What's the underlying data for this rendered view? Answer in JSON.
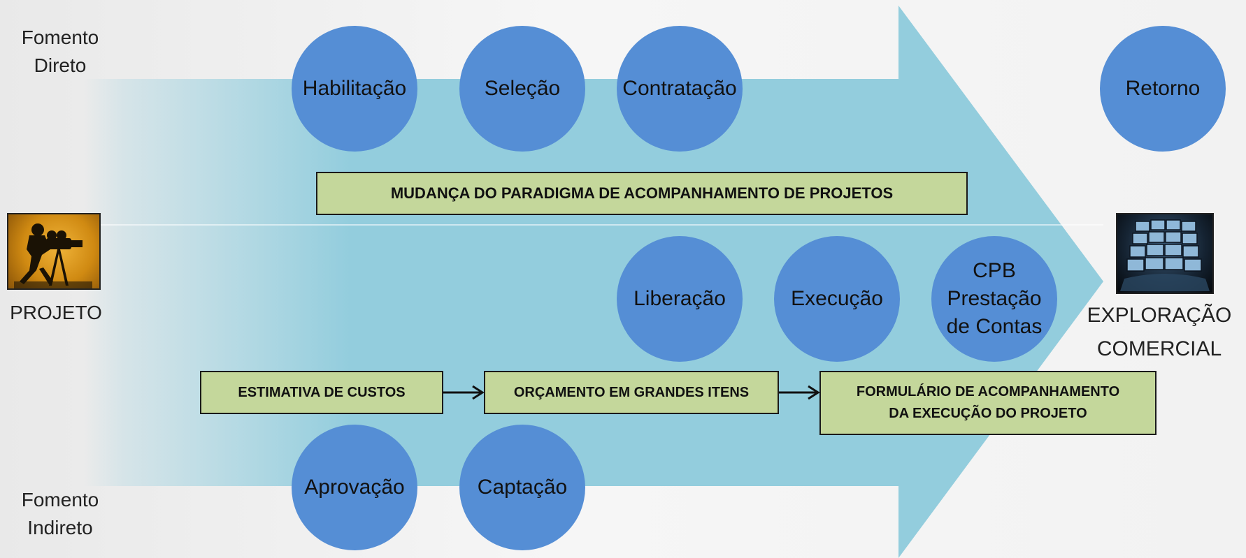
{
  "left": {
    "fomento_direto": "Fomento\nDireto",
    "projeto": "PROJETO",
    "fomento_indireto": "Fomento\nIndireto"
  },
  "right": {
    "exploracao": "EXPLORAÇÃO\nCOMERCIAL"
  },
  "stages": {
    "habilitacao": "Habilitação",
    "selecao": "Seleção",
    "contratacao": "Contratação",
    "retorno": "Retorno",
    "liberacao": "Liberação",
    "execucao": "Execução",
    "cpb": "CPB\nPrestação\nde Contas",
    "aprovacao": "Aprovação",
    "captacao": "Captação"
  },
  "boxes": {
    "mudanca": "MUDANÇA DO PARADIGMA DE ACOMPANHAMENTO DE PROJETOS",
    "estimativa": "ESTIMATIVA DE CUSTOS",
    "orcamento": "ORÇAMENTO EM GRANDES ITENS",
    "formulario": "FORMULÁRIO DE ACOMPANHAMENTO\nDA EXECUÇÃO DO PROJETO"
  },
  "icons": {
    "projeto_image": "film-camera-operator-silhouette-icon",
    "exploracao_image": "video-screens-wall-icon"
  },
  "colors": {
    "arrow": "#93cddd",
    "circle": "#558ed5",
    "box": "#c4d79b"
  }
}
